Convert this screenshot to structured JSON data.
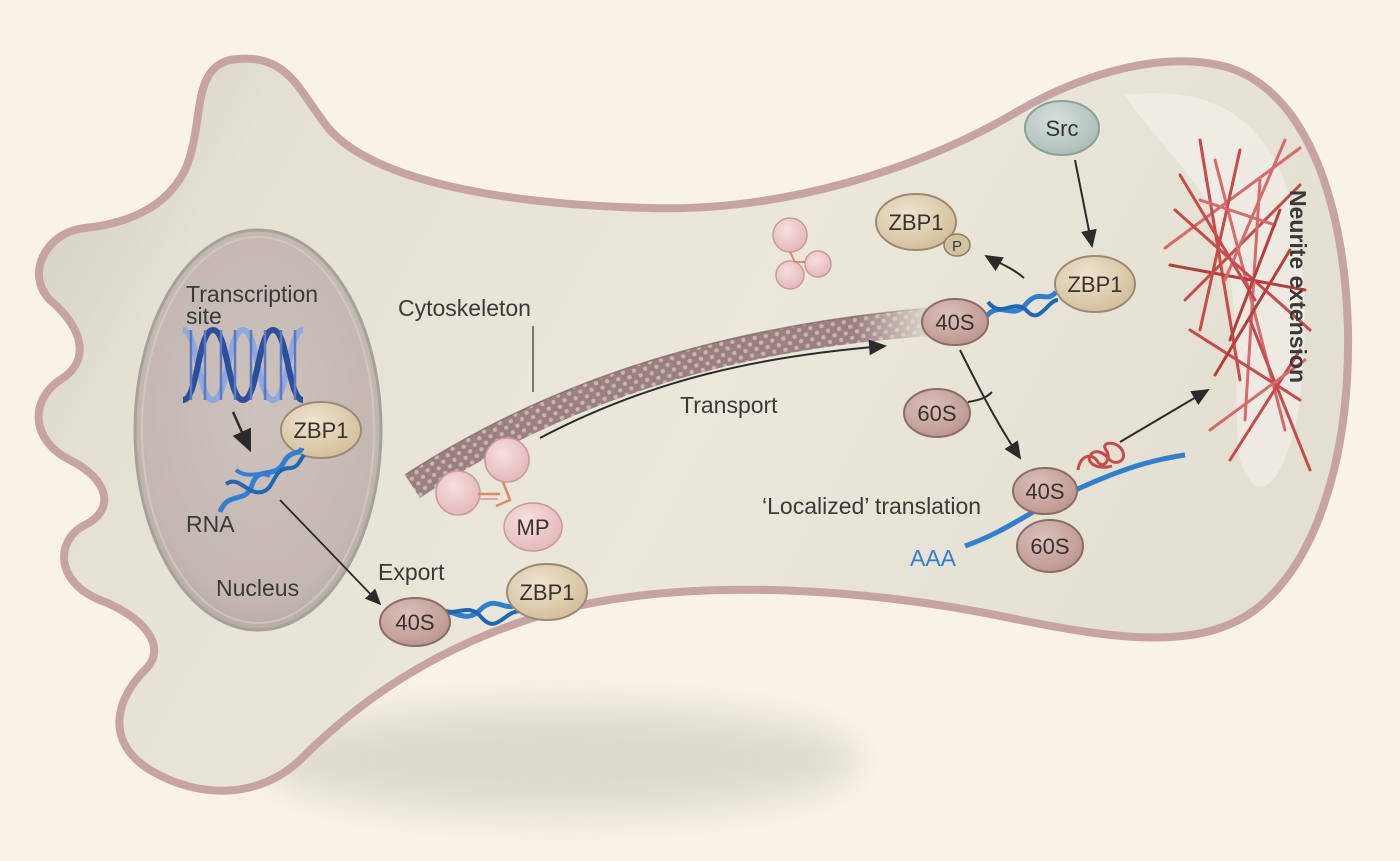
{
  "labels": {
    "transcription_site": [
      "Transcription",
      "site"
    ],
    "rna": "RNA",
    "nucleus": "Nucleus",
    "export": "Export",
    "cytoskeleton": "Cytoskeleton",
    "transport": "Transport",
    "localized_translation": "‘Localized’ translation",
    "aaa": "AAA",
    "neurite_extension": "Neurite extension"
  },
  "molecules": {
    "zbp1": "ZBP1",
    "ribosome_40s": "40S",
    "ribosome_60s": "60S",
    "mp": "MP",
    "src": "Src",
    "phospho": "P"
  },
  "colors": {
    "background": "#f8f3e6",
    "cell_fill": "#e6e1d3",
    "membrane": "#c9a5a5",
    "nucleus_fill": "#c9bcb6",
    "zbp1_fill": "#d9c8a9",
    "ribosome_fill": "#c9a8a2",
    "src_fill": "#bccac6",
    "mp_fill": "#eec9cb",
    "rna_blue": "#2f7fd3",
    "dna_dark": "#2c4f9c",
    "dna_light": "#8fa8de",
    "actin_red": "#c94a4a",
    "cytoskeleton": "#8a7070"
  }
}
